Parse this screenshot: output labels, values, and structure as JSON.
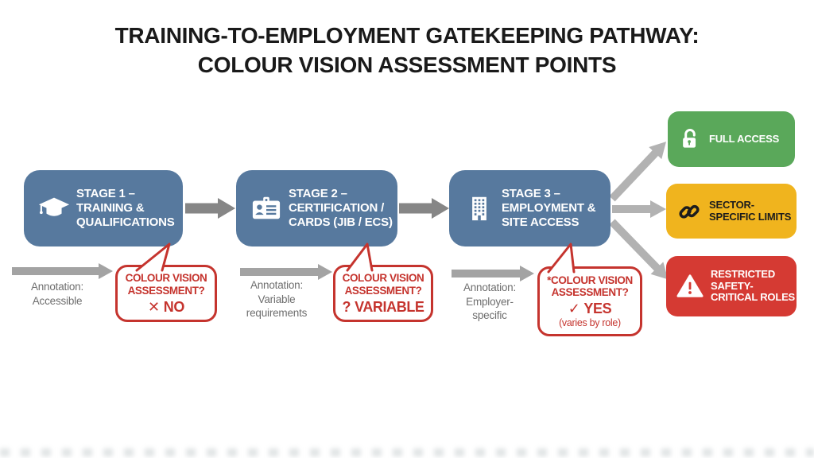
{
  "title": {
    "line1": "TRAINING-TO-EMPLOYMENT GATEKEEPING PATHWAY:",
    "line2": "COLOUR VISION ASSESSMENT POINTS"
  },
  "stages": [
    {
      "icon": "graduation-cap-icon",
      "line1": "STAGE 1 –",
      "line2": "TRAINING &",
      "line3": "QUALIFICATIONS"
    },
    {
      "icon": "id-card-icon",
      "line1": "STAGE 2 –",
      "line2": "CERTIFICATION /",
      "line3": "CARDS (JIB / ECS)"
    },
    {
      "icon": "building-icon",
      "line1": "STAGE 3 –",
      "line2": "EMPLOYMENT &",
      "line3": "SITE ACCESS"
    }
  ],
  "callouts": [
    {
      "line1": "COLOUR VISION",
      "line2": "ASSESSMENT?",
      "mark": "✕",
      "answer": "NO",
      "note": ""
    },
    {
      "line1": "COLOUR VISION",
      "line2": "ASSESSMENT?",
      "mark": "?",
      "answer": "VARIABLE",
      "note": ""
    },
    {
      "line1": "*COLOUR VISION",
      "line2": "ASSESSMENT?",
      "mark": "✓",
      "answer": "YES",
      "note": "(varies by role)"
    }
  ],
  "annotations": [
    {
      "line1": "Annotation:",
      "line2": "Accessible",
      "line3": ""
    },
    {
      "line1": "Annotation:",
      "line2": "Variable",
      "line3": "requirements"
    },
    {
      "line1": "Annotation:",
      "line2": "Employer-",
      "line3": "specific"
    }
  ],
  "outcomes": [
    {
      "icon": "unlock-icon",
      "label": "FULL ACCESS",
      "color": "#5aa85a",
      "text_color": "#ffffff"
    },
    {
      "icon": "chain-link-icon",
      "label": "SECTOR-SPECIFIC LIMITS",
      "color": "#f0b41e",
      "text_color": "#1c1c1c"
    },
    {
      "icon": "warning-icon",
      "label": "RESTRICTED SAFETY-CRITICAL ROLES",
      "color": "#d53a33",
      "text_color": "#ffffff"
    }
  ],
  "colors": {
    "stage_blue": "#57799e",
    "callout_red": "#c5342e",
    "stage_arrow_gray": "#868686",
    "fanout_arrow_gray": "#b2b2b2",
    "annotation_arrow_gray": "#a3a3a3",
    "annotation_text_gray": "#6e6e6e",
    "title_black": "#1a1a1a"
  }
}
